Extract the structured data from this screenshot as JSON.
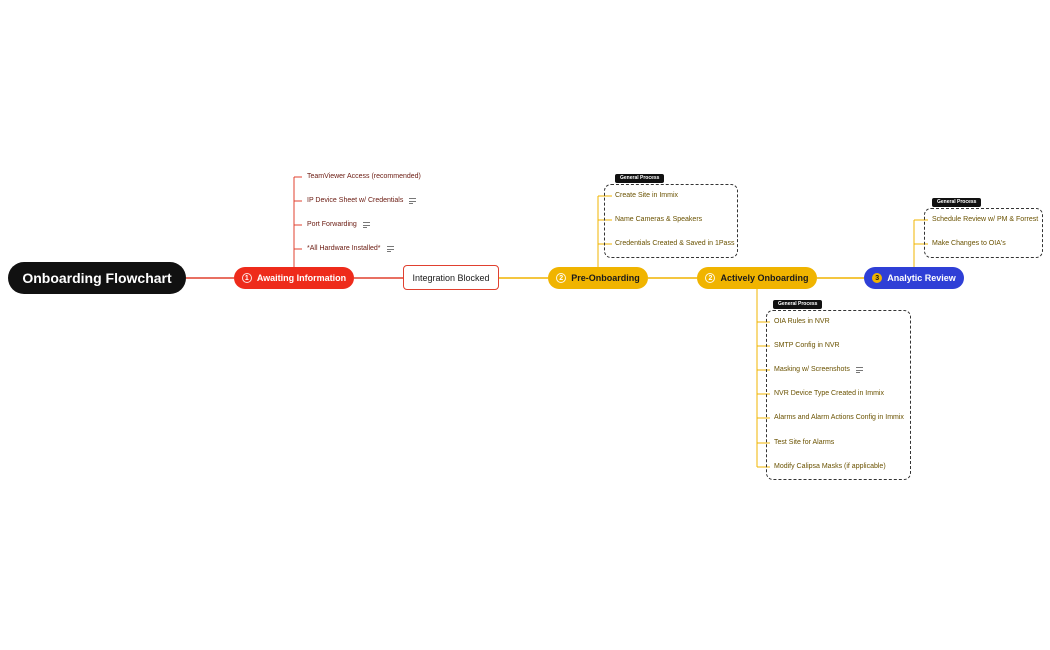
{
  "root": {
    "label": "Onboarding Flowchart"
  },
  "stages": {
    "awaiting": {
      "number": "1",
      "label": "Awaiting Information",
      "color": "#ee2b1b"
    },
    "blocked": {
      "label": "Integration Blocked"
    },
    "pre": {
      "number": "2",
      "label": "Pre-Onboarding",
      "color": "#f0b400"
    },
    "active": {
      "number": "2",
      "label": "Actively Onboarding",
      "color": "#f0b400"
    },
    "analytic": {
      "number": "3",
      "label": "Analytic Review",
      "color": "#2f3fd6"
    }
  },
  "awaiting_items": [
    {
      "label": "TeamViewer Access (recommended)",
      "note": false
    },
    {
      "label": "IP Device Sheet w/ Credentials",
      "note": true
    },
    {
      "label": "Port Forwarding",
      "note": true
    },
    {
      "label": "*All Hardware Installed*",
      "note": true
    }
  ],
  "groups": {
    "pre": {
      "tag": "General Process",
      "items": [
        {
          "label": "Create Site in Immix",
          "note": false
        },
        {
          "label": "Name Cameras & Speakers",
          "note": false
        },
        {
          "label": "Credentials Created & Saved in 1Pass",
          "note": false
        }
      ]
    },
    "active": {
      "tag": "General Process",
      "items": [
        {
          "label": "OIA Rules in NVR",
          "note": false
        },
        {
          "label": "SMTP Config in NVR",
          "note": false
        },
        {
          "label": "Masking w/ Screenshots",
          "note": true
        },
        {
          "label": "NVR Device Type Created in Immix",
          "note": false
        },
        {
          "label": "Alarms and Alarm Actions Config in Immix",
          "note": false
        },
        {
          "label": "Test Site for Alarms",
          "note": false
        },
        {
          "label": "Modify Calipsa Masks (if applicable)",
          "note": false
        }
      ]
    },
    "analytic": {
      "tag": "General Process",
      "items": [
        {
          "label": "Schedule Review w/ PM & Forrest",
          "note": false
        },
        {
          "label": "Make Changes to OIA's",
          "note": false
        }
      ]
    }
  },
  "colors": {
    "red_line": "#e0402f",
    "gold_line": "#f0b400",
    "note_icon": "note-lines-icon"
  }
}
